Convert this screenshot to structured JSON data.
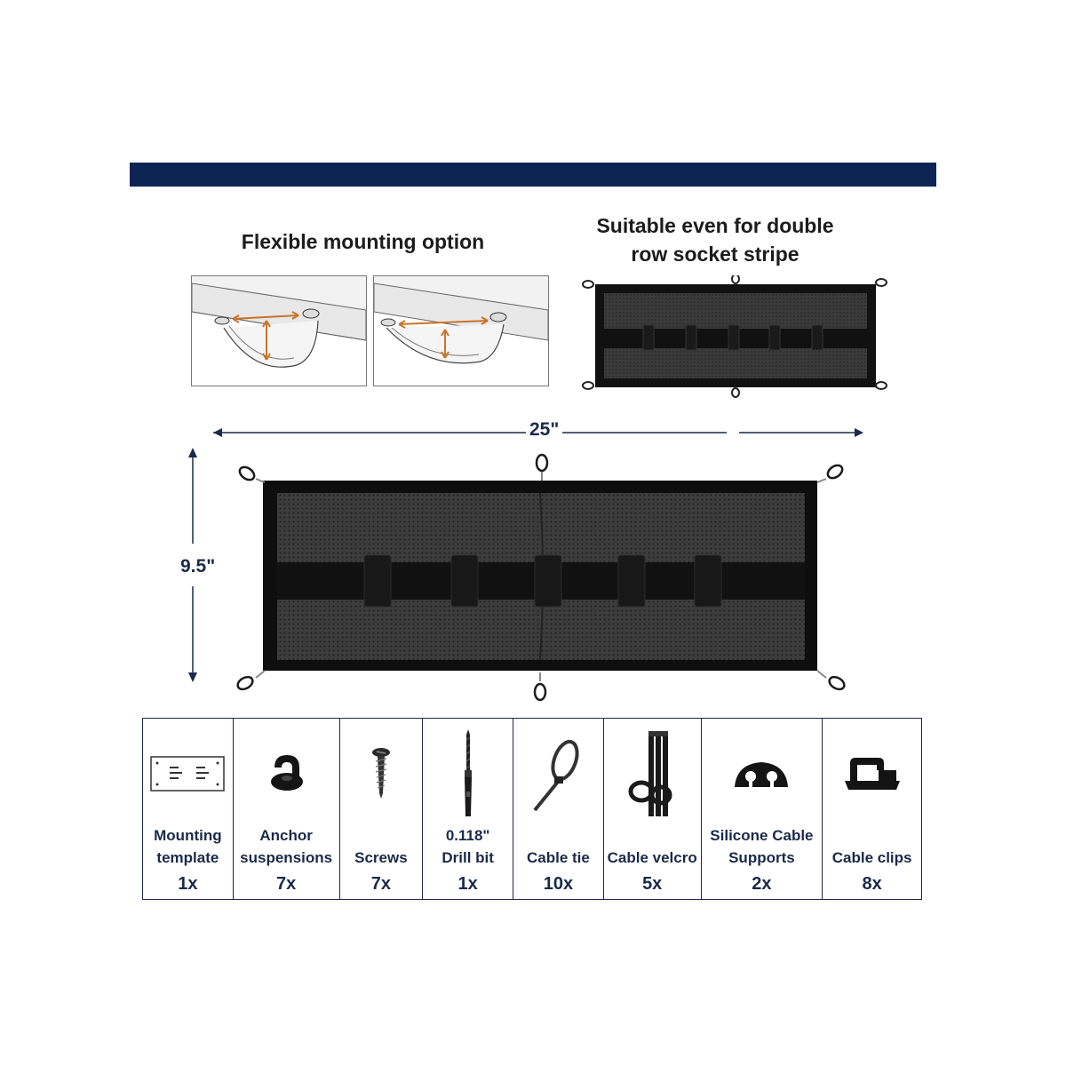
{
  "headings": {
    "flexible": "Flexible mounting option",
    "suitable_line1": "Suitable even for double",
    "suitable_line2": "row socket stripe"
  },
  "dimensions": {
    "width_label": "25\"",
    "height_label": "9.5\""
  },
  "colors": {
    "banner": "#0c2552",
    "text": "#1b2a4a",
    "arrow_orange": "#c8742a",
    "net": "#111111"
  },
  "items": [
    {
      "name_line1": "Mounting",
      "name_line2": "template",
      "qty": "1x",
      "icon": "template-icon"
    },
    {
      "name_line1": "Anchor",
      "name_line2": "suspensions",
      "qty": "7x",
      "icon": "anchor-icon"
    },
    {
      "name_line1": "",
      "name_line2": "Screws",
      "qty": "7x",
      "icon": "screw-icon"
    },
    {
      "name_line1": "0.118\"",
      "name_line2": "Drill bit",
      "qty": "1x",
      "icon": "drill-bit-icon"
    },
    {
      "name_line1": "",
      "name_line2": "Cable tie",
      "qty": "10x",
      "icon": "cable-tie-icon"
    },
    {
      "name_line1": "",
      "name_line2": "Cable velcro",
      "qty": "5x",
      "icon": "velcro-icon"
    },
    {
      "name_line1": "Silicone Cable",
      "name_line2": "Supports",
      "qty": "2x",
      "icon": "silicone-support-icon"
    },
    {
      "name_line1": "",
      "name_line2": "Cable clips",
      "qty": "8x",
      "icon": "cable-clip-icon"
    }
  ]
}
